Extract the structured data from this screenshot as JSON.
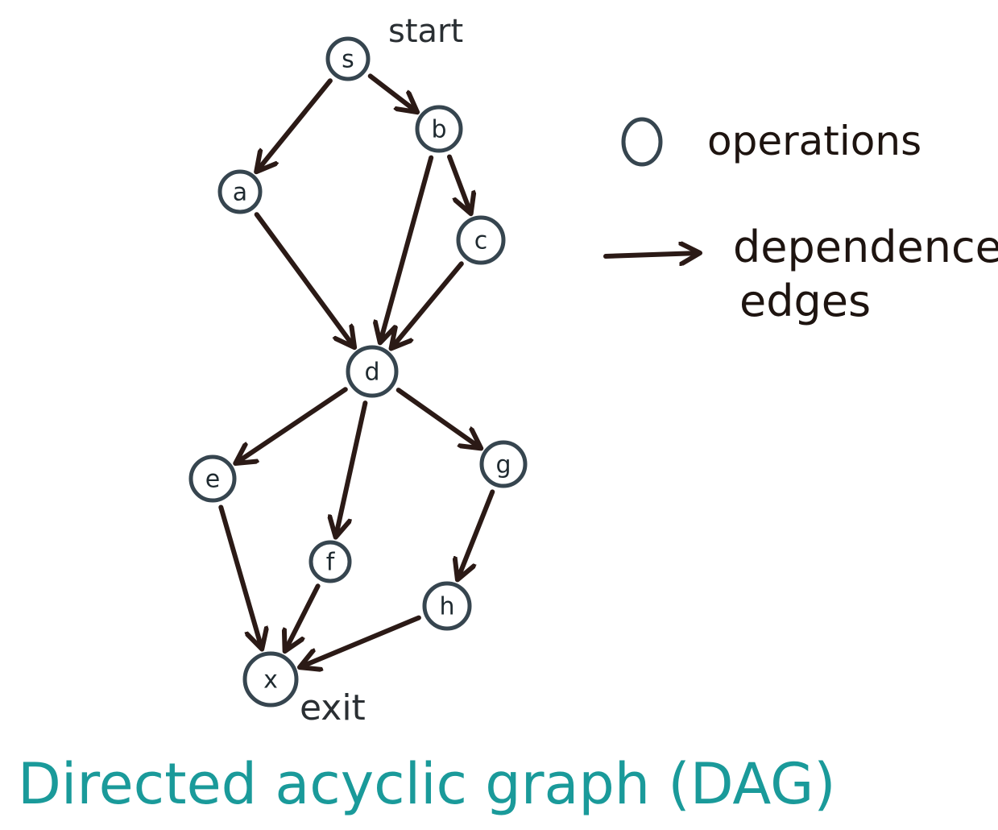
{
  "diagram": {
    "nodes": [
      {
        "id": "s",
        "label": "s"
      },
      {
        "id": "a",
        "label": "a"
      },
      {
        "id": "b",
        "label": "b"
      },
      {
        "id": "c",
        "label": "c"
      },
      {
        "id": "d",
        "label": "d"
      },
      {
        "id": "e",
        "label": "e"
      },
      {
        "id": "f",
        "label": "f"
      },
      {
        "id": "g",
        "label": "g"
      },
      {
        "id": "h",
        "label": "h"
      },
      {
        "id": "x",
        "label": "x"
      }
    ],
    "edges": [
      {
        "from": "s",
        "to": "a"
      },
      {
        "from": "s",
        "to": "b"
      },
      {
        "from": "b",
        "to": "c"
      },
      {
        "from": "b",
        "to": "d"
      },
      {
        "from": "a",
        "to": "d"
      },
      {
        "from": "c",
        "to": "d"
      },
      {
        "from": "d",
        "to": "e"
      },
      {
        "from": "d",
        "to": "f"
      },
      {
        "from": "d",
        "to": "g"
      },
      {
        "from": "g",
        "to": "h"
      },
      {
        "from": "e",
        "to": "x"
      },
      {
        "from": "f",
        "to": "x"
      },
      {
        "from": "h",
        "to": "x"
      }
    ],
    "start_label": "start",
    "exit_label": "exit"
  },
  "legend": {
    "operations": "operations",
    "dependence_line1": "dependence",
    "dependence_line2": "edges"
  },
  "caption": "Directed acyclic graph (DAG)",
  "colors": {
    "ink": "#2b1a16",
    "node_outline": "#36454f",
    "caption": "#1a9a9a"
  }
}
